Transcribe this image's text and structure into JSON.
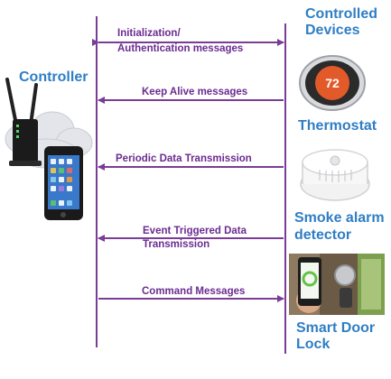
{
  "controller": {
    "label": "Controller"
  },
  "devices_header": {
    "line1": "Controlled",
    "line2": "Devices"
  },
  "messages": {
    "m1_line1": "Initialization/",
    "m1_line2": "Authentication messages",
    "m2": "Keep Alive messages",
    "m3": "Periodic Data Transmission",
    "m4_line1": "Event Triggered Data",
    "m4_line2": "Transmission",
    "m5": "Command Messages"
  },
  "devices": {
    "thermostat": {
      "label": "Thermostat",
      "display": "72"
    },
    "smoke": {
      "line1": "Smoke alarm",
      "line2": "detector"
    },
    "lock": {
      "line1": "Smart Door",
      "line2": "Lock"
    }
  },
  "colors": {
    "lifeline": "#7a3d97",
    "message_text": "#6b2c91",
    "title_text": "#2f7ec4",
    "thermostat_face": "#e35a2a"
  }
}
